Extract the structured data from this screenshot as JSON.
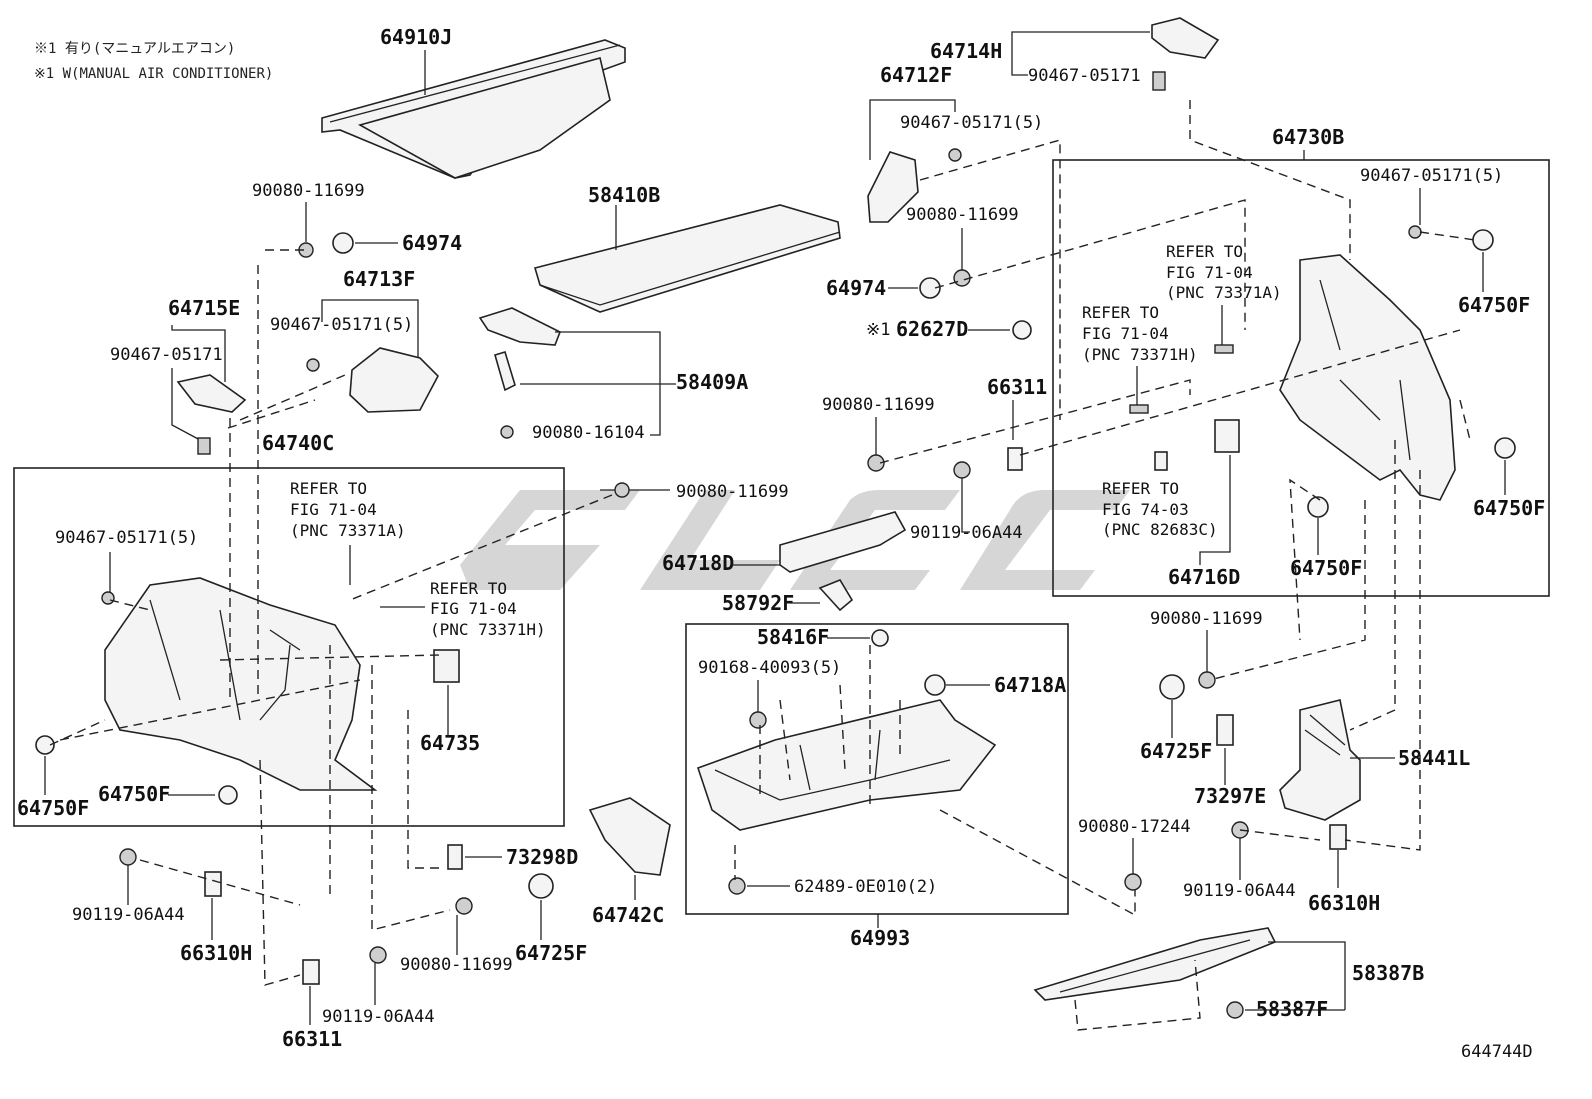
{
  "notes": [
    "※1 有り(マニュアルエアコン)",
    "※1 W(MANUAL AIR CONDITIONER)"
  ],
  "diagram_id": "644744D",
  "refer_boxes": {
    "left_a": [
      "REFER TO",
      "FIG 71-04",
      "(PNC 73371A)"
    ],
    "left_h": [
      "REFER TO",
      "FIG 71-04",
      "(PNC 73371H)"
    ],
    "right_a": [
      "REFER TO",
      "FIG 71-04",
      "(PNC 73371A)"
    ],
    "right_h": [
      "REFER TO",
      "FIG 71-04",
      "(PNC 73371H)"
    ],
    "right_c": [
      "REFER TO",
      "FIG 74-03",
      "(PNC 82683C)"
    ]
  },
  "labels": {
    "p64910J": "64910J",
    "p58410B": "58410B",
    "p58409A": "58409A",
    "p90080_16104": "90080-16104",
    "p90080_11699_a": "90080-11699",
    "p64974_a": "64974",
    "p64713F": "64713F",
    "p90467_05171_5_a": "90467-05171(5)",
    "p64715E": "64715E",
    "p90467_05171_a": "90467-05171",
    "p64740C": "64740C",
    "p90080_11699_b": "90080-11699",
    "p90467_05171_5_b": "90467-05171(5)",
    "p64750F_a": "64750F",
    "p64750F_b": "64750F",
    "p64735": "64735",
    "p73298D": "73298D",
    "p90119_06A44_a": "90119-06A44",
    "p66310H_a": "66310H",
    "p90080_11699_c": "90080-11699",
    "p64725F_a": "64725F",
    "p90119_06A44_b": "90119-06A44",
    "p66311_a": "66311",
    "p64742C": "64742C",
    "p64714H": "64714H",
    "p90467_05171_b": "90467-05171",
    "p64712F": "64712F",
    "p90467_05171_5_c": "90467-05171(5)",
    "p90080_11699_d": "90080-11699",
    "p64974_b": "64974",
    "p62627D_mark": "※1",
    "p62627D": "62627D",
    "p90080_11699_e": "90080-11699",
    "p66311_b": "66311",
    "p90119_06A44_c": "90119-06A44",
    "p64718D": "64718D",
    "p58792F": "58792F",
    "p58416F": "58416F",
    "p90168_40093_5": "90168-40093(5)",
    "p64718A": "64718A",
    "p62489_0E010_2": "62489-0E010(2)",
    "p64993": "64993",
    "p64730B": "64730B",
    "p90467_05171_5_d": "90467-05171(5)",
    "p64750F_c": "64750F",
    "p64750F_d": "64750F",
    "p64750F_e": "64750F",
    "p64716D": "64716D",
    "p90080_11699_f": "90080-11699",
    "p64725F_b": "64725F",
    "p73297E": "73297E",
    "p58441L": "58441L",
    "p90080_17244": "90080-17244",
    "p90119_06A44_d": "90119-06A44",
    "p66310H_b": "66310H",
    "p58387B": "58387B",
    "p58387F": "58387F"
  }
}
